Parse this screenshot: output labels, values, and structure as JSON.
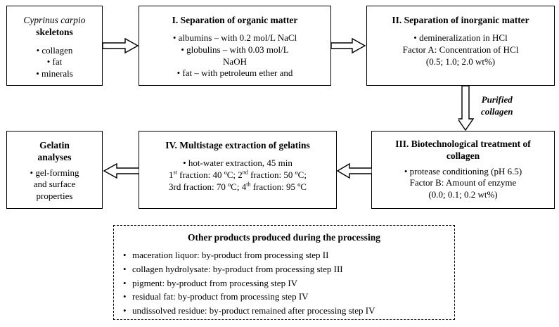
{
  "diagram": {
    "title": "Fish gelatin processing flow diagram",
    "background": "#ffffff",
    "line_color": "#000000"
  },
  "boxes": {
    "raw_material": {
      "name": "raw-material-box",
      "title_italic": "Cyprinus carpio",
      "title_bold": "skeletons",
      "items": [
        "collagen",
        "fat",
        "minerals"
      ]
    },
    "step1": {
      "name": "step-1-box",
      "title": "I. Separation of organic matter",
      "lines": [
        "• albumins – with 0.2 mol/L NaCl",
        "• globulins – with 0.03 mol/L",
        "NaOH",
        "• fat – with petroleum ether and"
      ]
    },
    "step2": {
      "name": "step-2-box",
      "title": "II. Separation of inorganic matter",
      "lines": [
        "• demineralization in HCl",
        "Factor A: Concentration of HCl",
        "(0.5; 1.0; 2.0 wt%)"
      ]
    },
    "step3": {
      "name": "step-3-box",
      "title_line1": "III. Biotechnological treatment of",
      "title_line2": "collagen",
      "lines": [
        "• protease conditioning (pH 6.5)",
        "Factor B: Amount of enzyme",
        "(0.0; 0.1; 0.2 wt%)"
      ]
    },
    "step4": {
      "name": "step-4-box",
      "title": "IV. Multistage extraction of gelatins",
      "line_bullet": "• hot-water extraction, 45 min",
      "fraction_line1_a": "1",
      "fraction_line1_a_sup": "st",
      "fraction_line1_b": " fraction: 40 ºC; 2",
      "fraction_line1_b_sup": "nd",
      "fraction_line1_c": " fraction: 50 ºC;",
      "fraction_line2_a": "3rd fraction: 70 ºC; 4",
      "fraction_line2_a_sup": "th",
      "fraction_line2_b": " fraction: 95 ºC"
    },
    "analyses": {
      "name": "gelatin-analyses-box",
      "title_line1": "Gelatin",
      "title_line2": "analyses",
      "lines": [
        "• gel-forming",
        "and surface",
        "properties"
      ]
    }
  },
  "edge_labels": {
    "purified_collagen_line1": "Purified",
    "purified_collagen_line2": "collagen"
  },
  "other_products": {
    "name": "other-products-panel",
    "title": "Other products produced during the processing",
    "items": [
      "maceration liquor: by-product from processing step II",
      "collagen hydrolysate: by-product from processing step III",
      "pigment: by-product from processing step IV",
      "residual fat: by-product from processing step IV",
      "undissolved residue: by-product remained after processing step IV"
    ]
  },
  "arrows": [
    {
      "name": "arrow-raw-to-step1",
      "direction": "right"
    },
    {
      "name": "arrow-step1-to-step2",
      "direction": "right"
    },
    {
      "name": "arrow-step2-to-step3",
      "direction": "down"
    },
    {
      "name": "arrow-step3-to-step4",
      "direction": "left"
    },
    {
      "name": "arrow-step4-to-analyses",
      "direction": "left"
    }
  ]
}
